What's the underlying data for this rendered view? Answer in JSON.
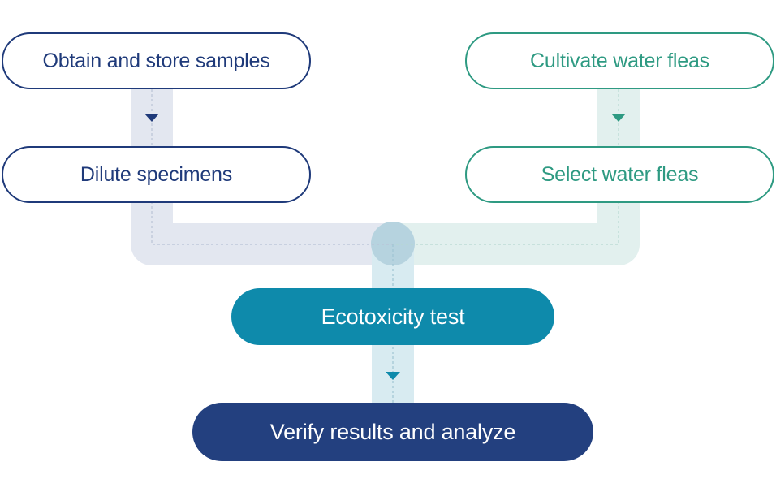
{
  "nodes": {
    "obtain": "Obtain and store samples",
    "dilute": "Dilute specimens",
    "cultivate": "Cultivate water fleas",
    "select": "Select water fleas",
    "ecotox": "Ecotoxicity test",
    "verify": "Verify results and analyze"
  },
  "colors": {
    "navy": "#1f3a7a",
    "teal": "#2e9a82",
    "ecotox_fill": "#0e8aab",
    "verify_fill": "#23407f",
    "left_track": "#e3e7f0",
    "right_track": "#e2f0ee",
    "center_track": "#d8ebf1"
  }
}
